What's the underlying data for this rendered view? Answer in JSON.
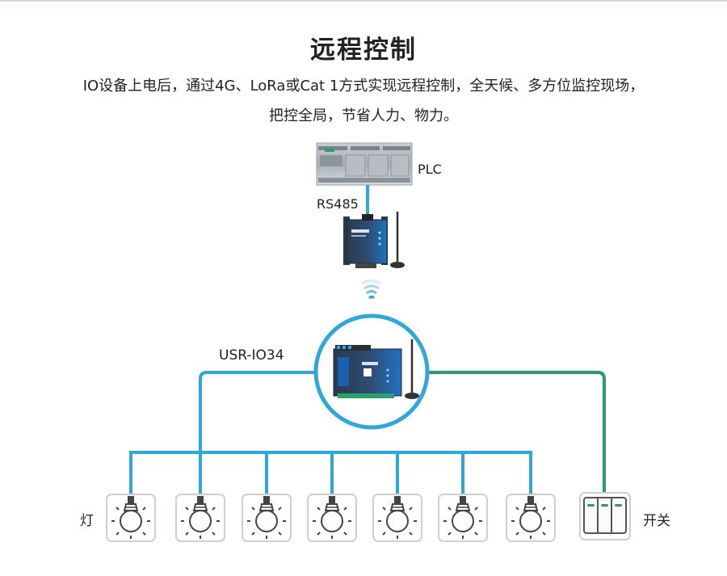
{
  "title": "远程控制",
  "description": {
    "line1": "IO设备上电后，通过4G、LoRa或Cat 1方式实现远程控制，全天候、多方位监控现场，",
    "line2": "把控全局，节省人力、物力。"
  },
  "labels": {
    "plc": "PLC",
    "rs485": "RS485",
    "device": "USR-IO34",
    "lamp": "灯",
    "switch": "开关"
  },
  "diagram": {
    "lamp_count": 7,
    "switch_gang_count": 3
  },
  "colors": {
    "blue_line": "#2fa7d8",
    "green_line": "#2f9a69",
    "circle_border": "#2fa7d8",
    "module_blue": "#1d5fae",
    "box_border": "#cfcfcf"
  }
}
